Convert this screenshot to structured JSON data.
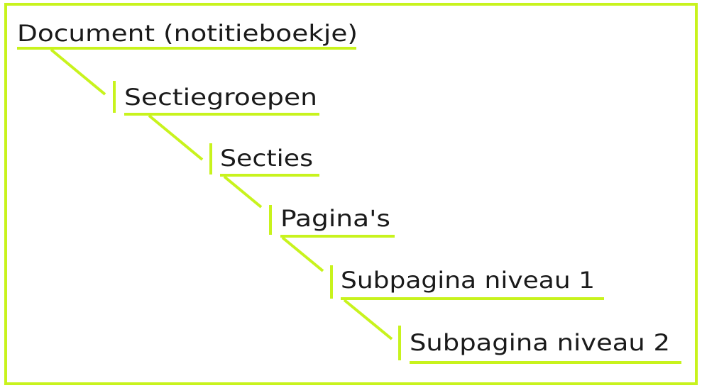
{
  "diagram": {
    "accent_color": "#c8f31d",
    "text_color": "#1a1a1a",
    "nodes": [
      {
        "label": "Document (notitieboekje)"
      },
      {
        "label": "Sectiegroepen"
      },
      {
        "label": "Secties"
      },
      {
        "label": "Pagina's"
      },
      {
        "label": "Subpagina niveau 1"
      },
      {
        "label": "Subpagina niveau 2"
      }
    ]
  }
}
